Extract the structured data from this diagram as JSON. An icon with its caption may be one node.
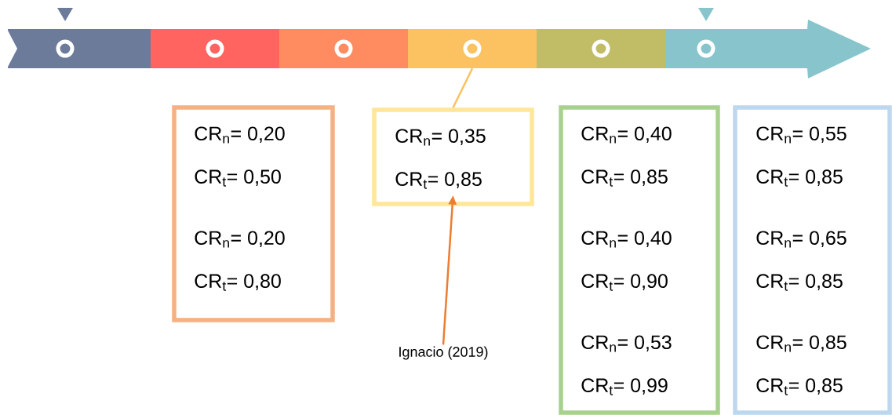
{
  "diagram": {
    "nodes": [
      {
        "text": [],
        "shape": "bar"
      },
      {
        "text": [],
        "shape": "bar"
      },
      {
        "text": [],
        "shape": "bar"
      },
      {
        "text": [],
        "shape": "bar"
      },
      {
        "text": [],
        "shape": "bar"
      },
      {
        "text": [],
        "shape": "bar"
      },
      {
        "text": [
          "CR$_{n}$= 0,20",
          "CR$_{t}$= 0,50",
          "CR$_{n}$= 0,20",
          "CR$_{t}$= 0,80"
        ]
      },
      {
        "text": [
          "CR$_{n}$= 0,35",
          "CR$_{t}$= 0,85"
        ]
      },
      {
        "text": [
          "CR$_{n}$= 0,40",
          "CR$_{t}$= 0,85",
          "CR$_{n}$= 0,40",
          "CR$_{t}$= 0,90",
          "CR$_{n}$= 0,53",
          "CR$_{t}$= 0,99"
        ]
      },
      {
        "text": [
          "CR$_{n}$= 0,55",
          "CR$_{t}$= 0,85",
          "CR$_{n}$= 0,65",
          "CR$_{t}$= 0,85",
          "CR$_{n}$= 0,85",
          "CR$_{t}$= 0,85"
        ]
      },
      {
        "text": [
          "Ignacio (2019)"
        ]
      }
    ],
    "edges": [
      {
        "from": 7,
        "to": 3,
        "arrow": "none",
        "color": "#fbc15e"
      },
      {
        "from": 10,
        "to": 7,
        "arrow": "to",
        "color": "#ed7d31"
      }
    ]
  }
}
